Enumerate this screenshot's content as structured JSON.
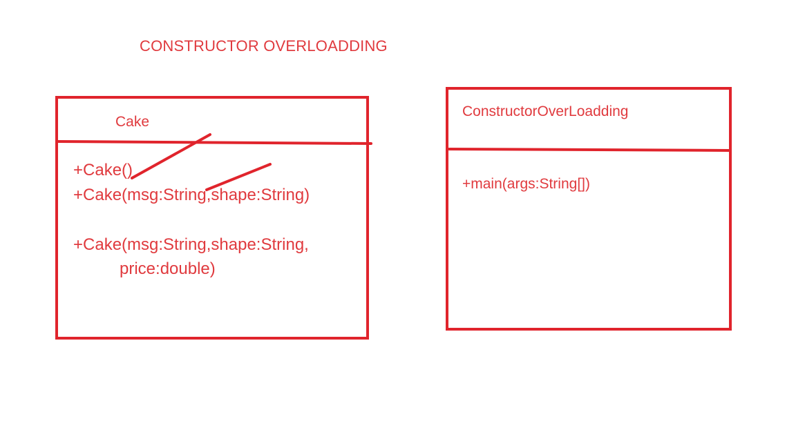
{
  "title": "CONSTRUCTOR OVERLOADDING",
  "colors": {
    "ink": "#e03a3e",
    "border": "#e0242c"
  },
  "classes": [
    {
      "name": "Cake",
      "methods": [
        "+Cake()",
        "+Cake(msg:String,shape:String)",
        "+Cake(msg:String,shape:String,",
        "price:double)"
      ]
    },
    {
      "name": "ConstructorOverLoadding",
      "methods": [
        "+main(args:String[])"
      ]
    }
  ]
}
